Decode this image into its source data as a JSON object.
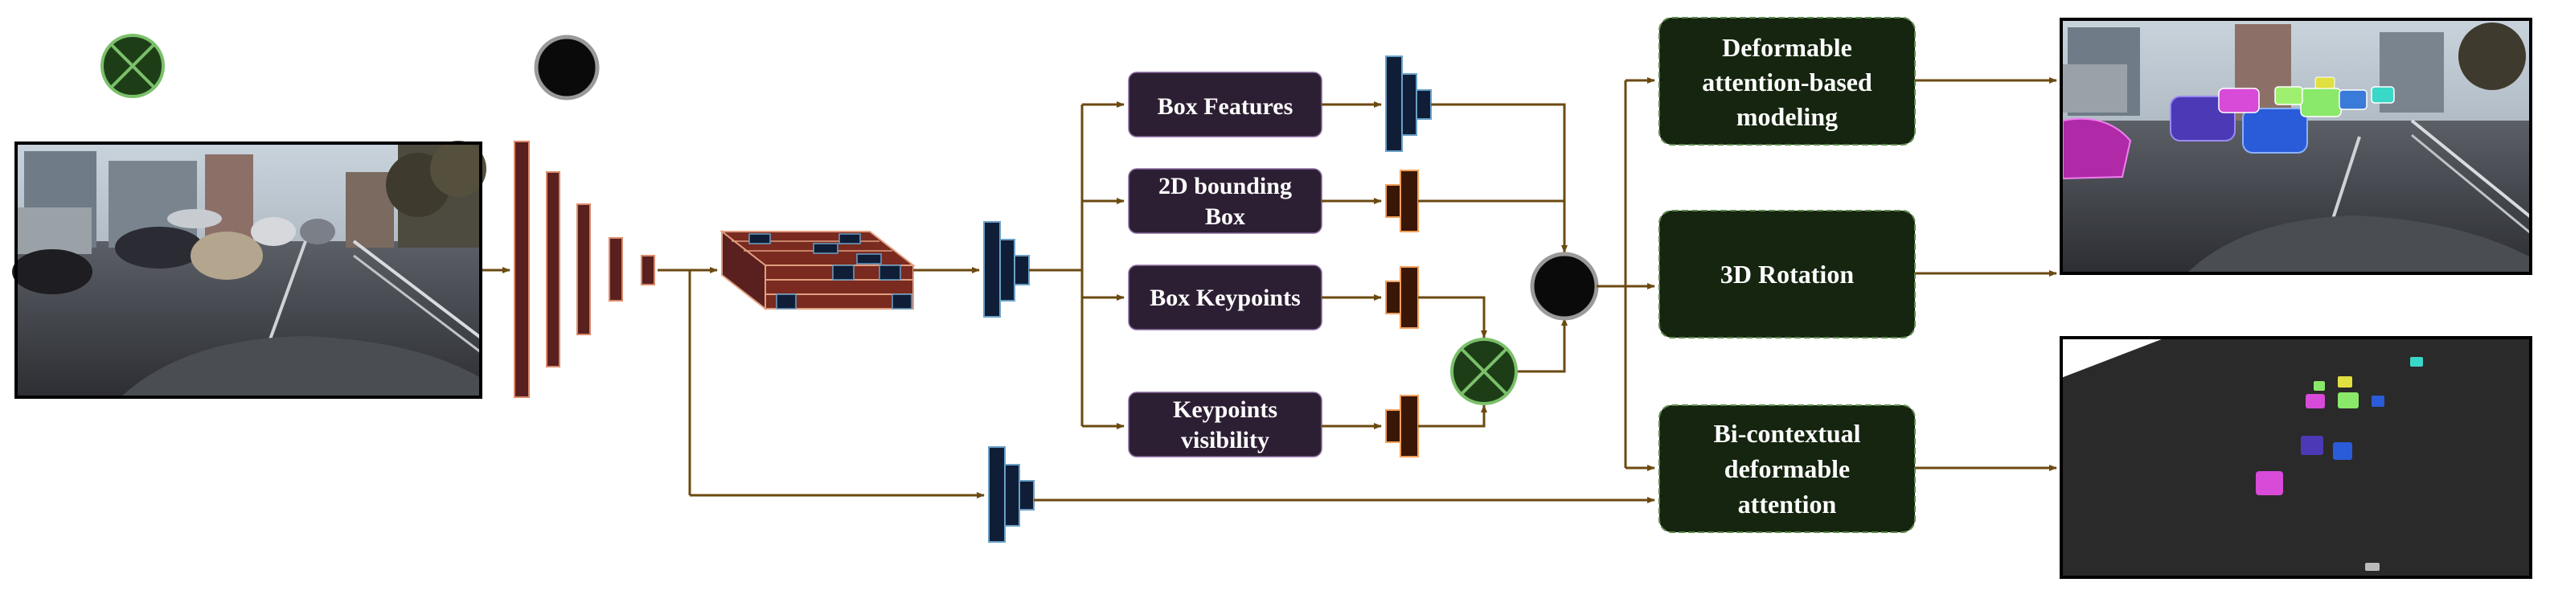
{
  "colors": {
    "arrow": "#6b4a10",
    "encoder_fill": "#5a1f1f",
    "encoder_stroke": "#d98b6b",
    "head_fill": "#0f1e36",
    "head_stroke": "#6aa0c8",
    "small_head_fill": "#3a1606",
    "small_head_stroke": "#f2a05a",
    "feature_box_fill": "#2d1f33",
    "output_box_fill": "#15250f",
    "output_box_stroke": "#5f8a4e",
    "fusion_fill": "#0a0a0a",
    "combine_fill": "#1d3d17",
    "combine_stroke": "#7bc06a"
  },
  "icons": {
    "legend_combine": "circled-x-icon",
    "legend_fusion": "black-circle-icon",
    "fusion_node": "black-circle-icon",
    "combine_node": "circled-x-icon"
  },
  "feature_nodes": {
    "box_features": "Box Features",
    "bbox_line1": "2D bounding",
    "bbox_line2": "Box",
    "box_keypoints": "Box Keypoints",
    "kp_vis_line1": "Keypoints",
    "kp_vis_line2": "visibility"
  },
  "output_nodes": {
    "deform_line1": "Deformable",
    "deform_line2": "attention-based",
    "deform_line3": "modeling",
    "rotation": "3D Rotation",
    "bi_line1": "Bi-contextual",
    "bi_line2": "deformable",
    "bi_line3": "attention"
  }
}
